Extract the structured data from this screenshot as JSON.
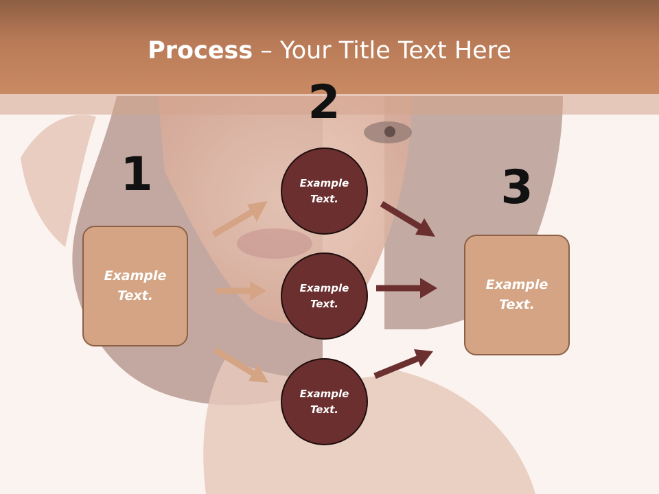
{
  "header": {
    "title_bold": "Process",
    "title_rest": " – Your Title Text Here"
  },
  "steps": {
    "one": {
      "number": "1",
      "label": "Example Text."
    },
    "two": {
      "number": "2",
      "items": [
        {
          "label": "Example Text."
        },
        {
          "label": "Example Text."
        },
        {
          "label": "Example Text."
        }
      ]
    },
    "three": {
      "number": "3",
      "label": "Example Text."
    }
  },
  "colors": {
    "header": "#c98a64",
    "box_fill": "#d4a484",
    "circle_fill": "#6b2f2f",
    "arrow_light": "#d4a484",
    "arrow_dark": "#6b2f2f"
  }
}
